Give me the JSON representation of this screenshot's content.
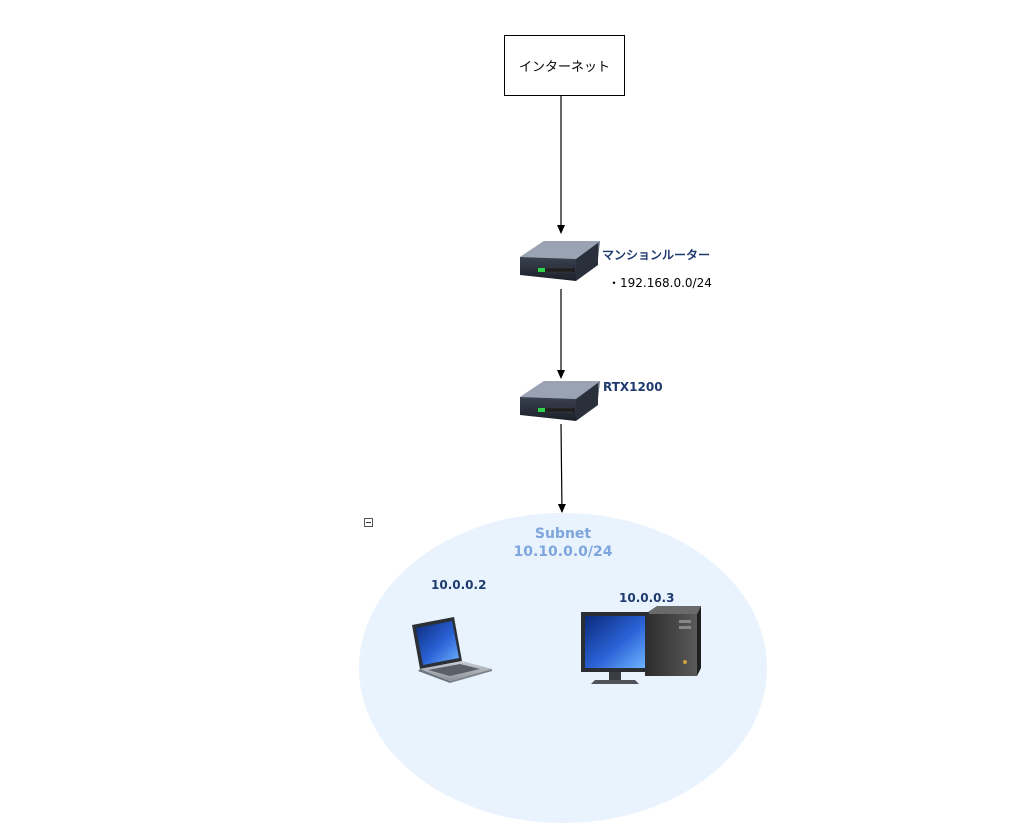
{
  "colors": {
    "subnet_fill": "#e8f3fe",
    "subnet_text": "#7ea6dc",
    "label_text": "#1f3a6e",
    "edge": "#000000"
  },
  "nodes": {
    "internet": {
      "label": "インターネット"
    },
    "mansion_router": {
      "label": "マンションルーター",
      "note": "・192.168.0.0/24",
      "icon": "network-switch-icon"
    },
    "rtx1200": {
      "label": "RTX1200",
      "icon": "network-switch-icon"
    },
    "subnet": {
      "title": "Subnet",
      "cidr": "10.10.0.0/24"
    },
    "laptop": {
      "ip": "10.0.0.2",
      "icon": "laptop-icon"
    },
    "desktop": {
      "ip": "10.0.0.3",
      "icon": "desktop-computer-icon"
    }
  },
  "edges": [
    {
      "from": "internet",
      "to": "mansion_router"
    },
    {
      "from": "mansion_router",
      "to": "rtx1200"
    },
    {
      "from": "rtx1200",
      "to": "subnet"
    }
  ]
}
